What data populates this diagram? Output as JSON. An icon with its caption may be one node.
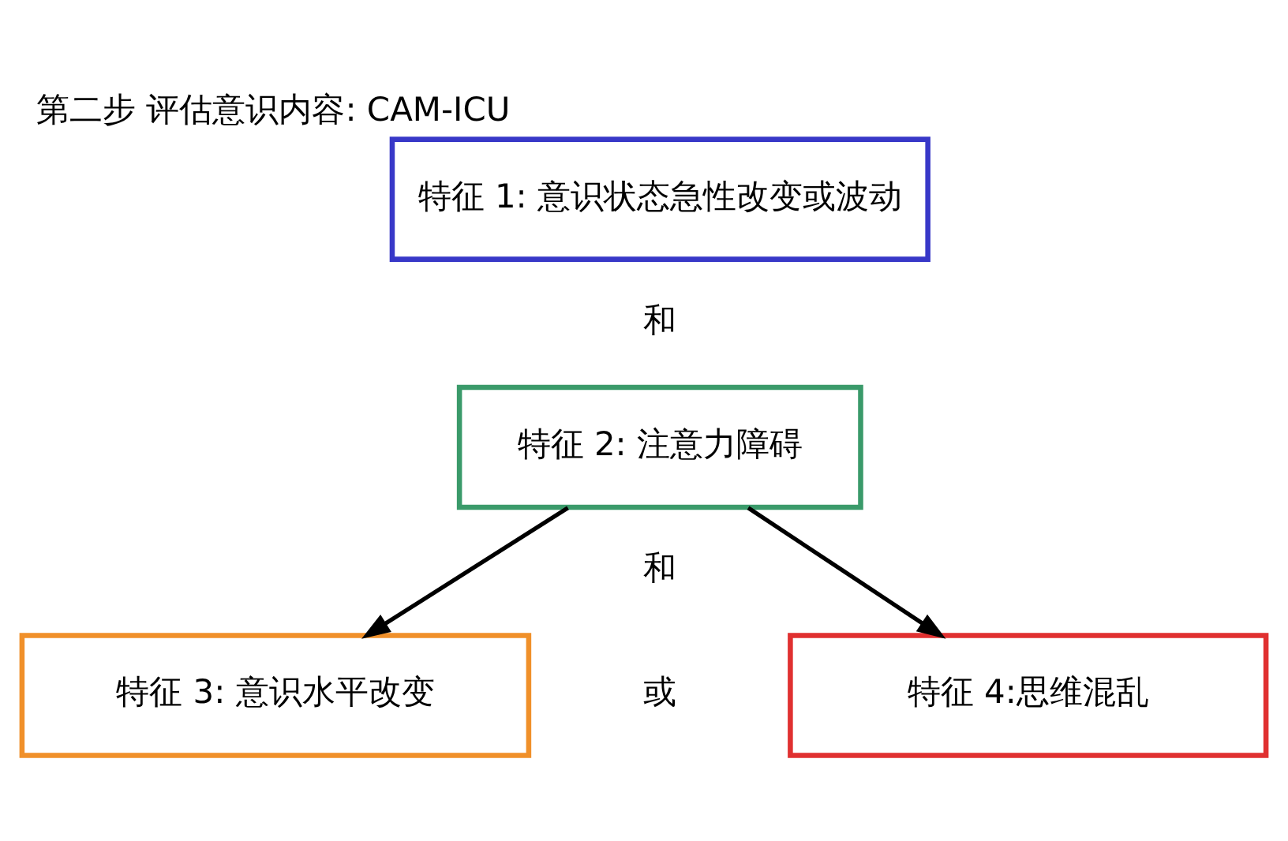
{
  "diagram": {
    "title": "第二步 评估意识内容: CAM-ICU",
    "nodes": [
      {
        "text": [
          "特征 1: 意识状态急性改变或波动"
        ]
      },
      {
        "text": [
          "特征 2: 注意力障碍"
        ]
      },
      {
        "text": [
          "特征 3: 意识水平改变"
        ]
      },
      {
        "text": [
          "特征 4:思维混乱"
        ]
      }
    ],
    "edges": [
      {
        "from": 1,
        "to": 2,
        "arrow": "to"
      },
      {
        "from": 1,
        "to": 3,
        "arrow": "to"
      }
    ],
    "labels": [
      "和",
      "和",
      "或"
    ]
  }
}
